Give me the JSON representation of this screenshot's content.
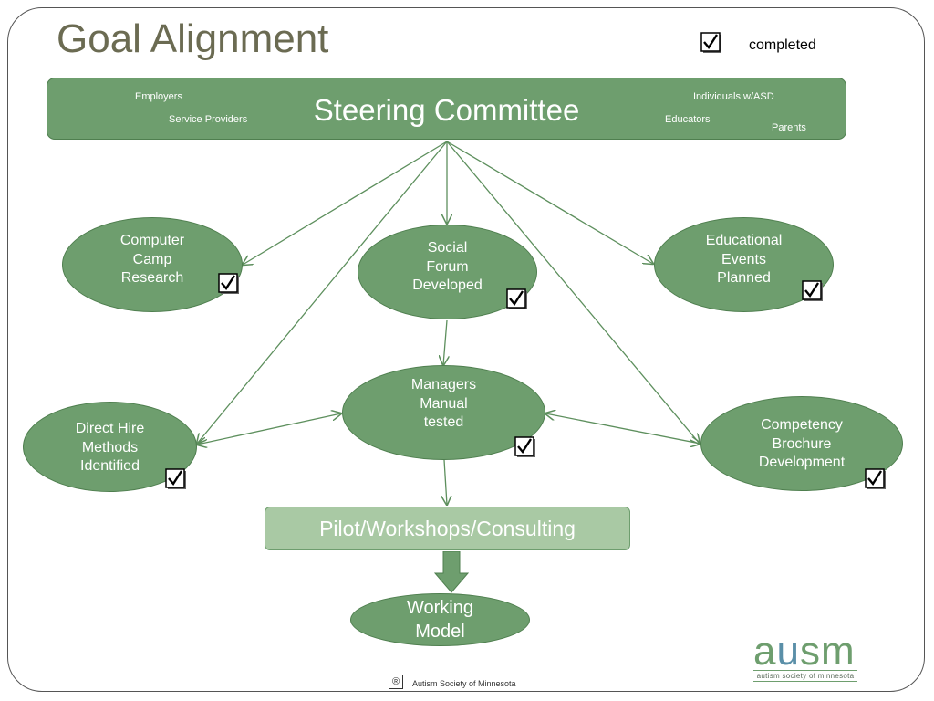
{
  "title": "Goal Alignment",
  "legend": {
    "icon": "checkmark-icon",
    "label": "completed"
  },
  "steering": {
    "title": "Steering Committee",
    "members": [
      "Employers",
      "Service Providers",
      "Individuals w/ASD",
      "Educators",
      "Parents"
    ]
  },
  "nodes": [
    {
      "id": "computer-camp",
      "label": "Computer\nCamp\nResearch",
      "completed": true
    },
    {
      "id": "social-forum",
      "label": "Social\nForum\nDeveloped",
      "completed": true
    },
    {
      "id": "educational-events",
      "label": "Educational\nEvents\nPlanned",
      "completed": true
    },
    {
      "id": "managers-manual",
      "label": "Managers\nManual\ntested",
      "completed": true
    },
    {
      "id": "direct-hire",
      "label": "Direct Hire\nMethods\nIdentified",
      "completed": true
    },
    {
      "id": "competency-brochure",
      "label": "Competency\nBrochure\nDevelopment",
      "completed": true
    }
  ],
  "pilot": "Pilot/Workshops/Consulting",
  "working_model": "Working\nModel",
  "logo": {
    "word_a": "a",
    "word_u": "u",
    "word_sm": "sm",
    "tagline": "autism society of minnesota"
  },
  "footer": {
    "registered": "®",
    "text": "Autism Society of Minnesota"
  },
  "colors": {
    "node_fill": "#6e9e6e",
    "pilot_fill": "#a9c9a4",
    "title": "#6b6b52"
  }
}
